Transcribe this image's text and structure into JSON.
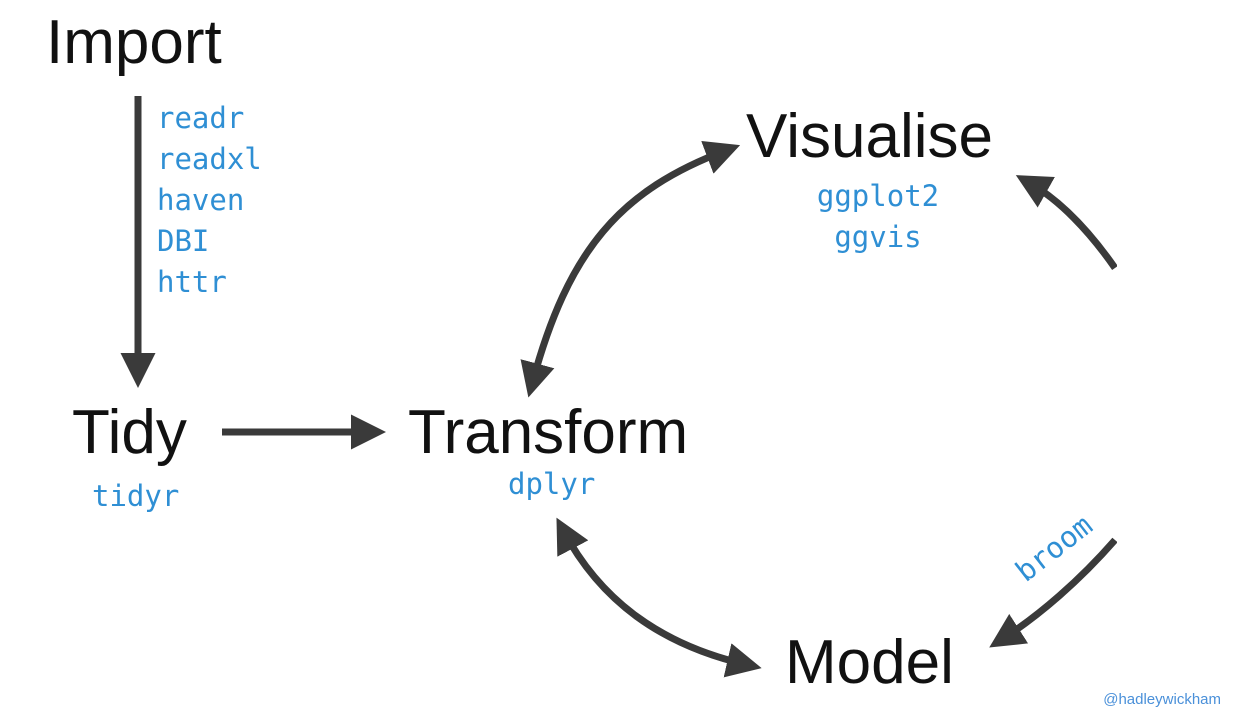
{
  "stages": {
    "import": "Import",
    "tidy": "Tidy",
    "transform": "Transform",
    "visualise": "Visualise",
    "model": "Model"
  },
  "packages": {
    "import": [
      "readr",
      "readxl",
      "haven",
      "DBI",
      "httr"
    ],
    "tidy": "tidyr",
    "transform": "dplyr",
    "visualise": [
      "ggplot2",
      "ggvis"
    ],
    "model": "broom"
  },
  "credit": "@hadleywickham",
  "colors": {
    "stage_text": "#111111",
    "package_text": "#2f8fd4",
    "arrow": "#3a3a3a",
    "credit": "#4a90d9"
  }
}
